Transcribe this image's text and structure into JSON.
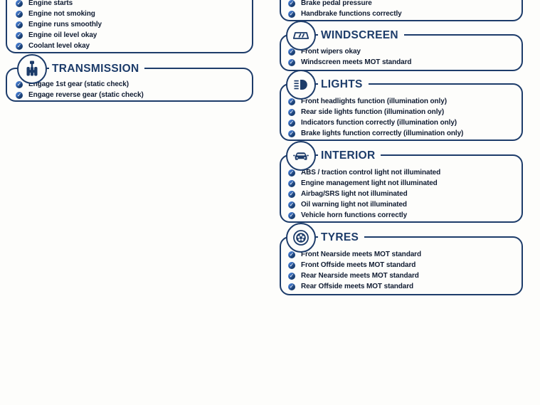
{
  "page": {
    "background": "#fdfdfb",
    "accent_navy": "#1d3c6a",
    "item_text_color": "#111d33",
    "check_color": "#2a5aa0",
    "check_icon": "check-circle-icon"
  },
  "sections": [
    {
      "id": "engine",
      "title": null,
      "icon": null,
      "items": [
        "Engine starts",
        "Engine not smoking",
        "Engine runs smoothly",
        "Engine oil level okay",
        "Coolant level okay"
      ]
    },
    {
      "id": "transmission",
      "title": "TRANSMISSION",
      "icon": "gear-shifter-icon",
      "items": [
        "Engage 1st gear (static check)",
        "Engage reverse gear (static check)"
      ]
    },
    {
      "id": "brakes",
      "title": null,
      "icon": null,
      "items": [
        "Brake pedal pressure",
        "Handbrake functions correctly"
      ]
    },
    {
      "id": "windscreen",
      "title": "WINDSCREEN",
      "icon": "windscreen-icon",
      "items": [
        "Front wipers okay",
        "Windscreen meets MOT standard"
      ]
    },
    {
      "id": "lights",
      "title": "LIGHTS",
      "icon": "headlight-icon",
      "items": [
        "Front headlights function (illumination only)",
        "Rear side lights function (illumination only)",
        "Indicators function correctly (illumination only)",
        "Brake lights function correctly (illumination only)"
      ]
    },
    {
      "id": "interior",
      "title": "INTERIOR",
      "icon": "car-front-icon",
      "items": [
        "ABS / traction control light not illuminated",
        "Engine management light not illuminated",
        "Airbag/SRS light not illuminated",
        "Oil warning light not illuminated",
        "Vehicle horn functions correctly"
      ]
    },
    {
      "id": "tyres",
      "title": "TYRES",
      "icon": "wheel-icon",
      "items": [
        "Front Nearside meets MOT standard",
        "Front Offside meets MOT standard",
        "Rear Nearside meets MOT standard",
        "Rear Offside meets MOT standard"
      ]
    }
  ]
}
